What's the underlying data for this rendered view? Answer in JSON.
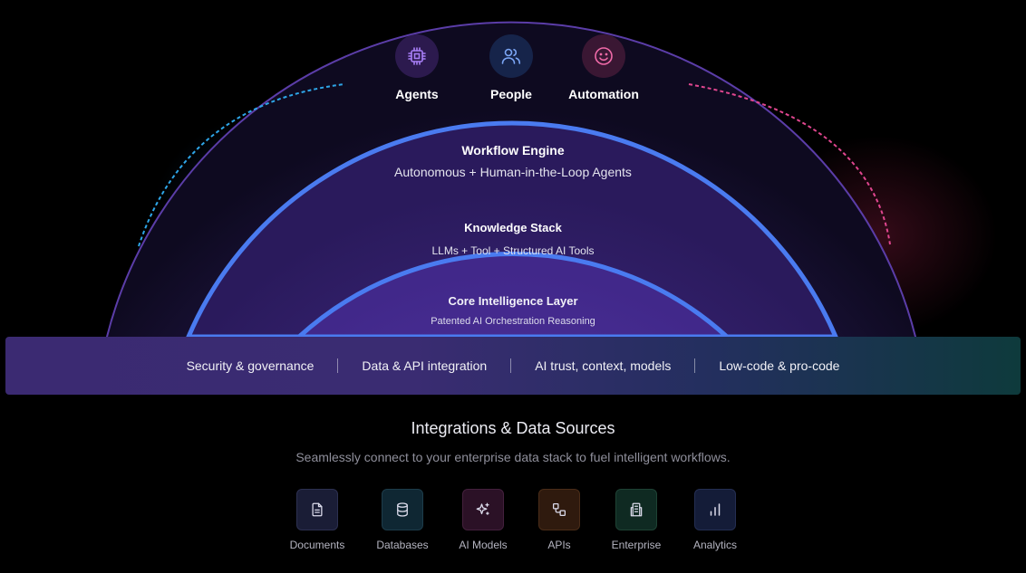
{
  "actors": [
    {
      "label": "Agents",
      "icon": "chip-icon",
      "bg": "#2c1a4e",
      "stroke": "#a77ef5"
    },
    {
      "label": "People",
      "icon": "people-icon",
      "bg": "#16244a",
      "stroke": "#7ca6f5"
    },
    {
      "label": "Automation",
      "icon": "smile-icon",
      "bg": "#3a1733",
      "stroke": "#f06aa8"
    }
  ],
  "layers": {
    "workflow": {
      "title": "Workflow Engine",
      "subtitle": "Autonomous + Human-in-the-Loop Agents"
    },
    "knowledge": {
      "title": "Knowledge Stack",
      "subtitle": "LLMs + Tool + Structured AI Tools"
    },
    "core": {
      "title": "Core Intelligence Layer",
      "subtitle": "Patented AI Orchestration Reasoning"
    }
  },
  "capabilities": [
    "Security & governance",
    "Data & API integration",
    "AI trust, context, models",
    "Low-code & pro-code"
  ],
  "integrations": {
    "title": "Integrations & Data Sources",
    "subtitle": "Seamlessly connect to your enterprise data stack to fuel intelligent workflows.",
    "sources": [
      {
        "label": "Documents",
        "icon": "document-icon",
        "bg": "#1a1d36",
        "border": "#2c3050",
        "stroke": "#dcdcec"
      },
      {
        "label": "Databases",
        "icon": "database-icon",
        "bg": "#0f2733",
        "border": "#1d3c4a",
        "stroke": "#dcdcec"
      },
      {
        "label": "AI Models",
        "icon": "sparkle-icon",
        "bg": "#2b1126",
        "border": "#44203d",
        "stroke": "#dcdcec"
      },
      {
        "label": "APIs",
        "icon": "api-icon",
        "bg": "#2f1a0e",
        "border": "#4a2c18",
        "stroke": "#dcdcec"
      },
      {
        "label": "Enterprise",
        "icon": "building-icon",
        "bg": "#0f2a22",
        "border": "#1e4234",
        "stroke": "#dcdcec"
      },
      {
        "label": "Analytics",
        "icon": "analytics-icon",
        "bg": "#141c38",
        "border": "#242e52",
        "stroke": "#dcdcec"
      }
    ]
  },
  "colors": {
    "background": "#000000",
    "ring_accent": "#4a7bf0",
    "outer_ring": "#5b3da8",
    "left_dashed": "#2ea6e8",
    "right_dashed": "#e0468f"
  }
}
